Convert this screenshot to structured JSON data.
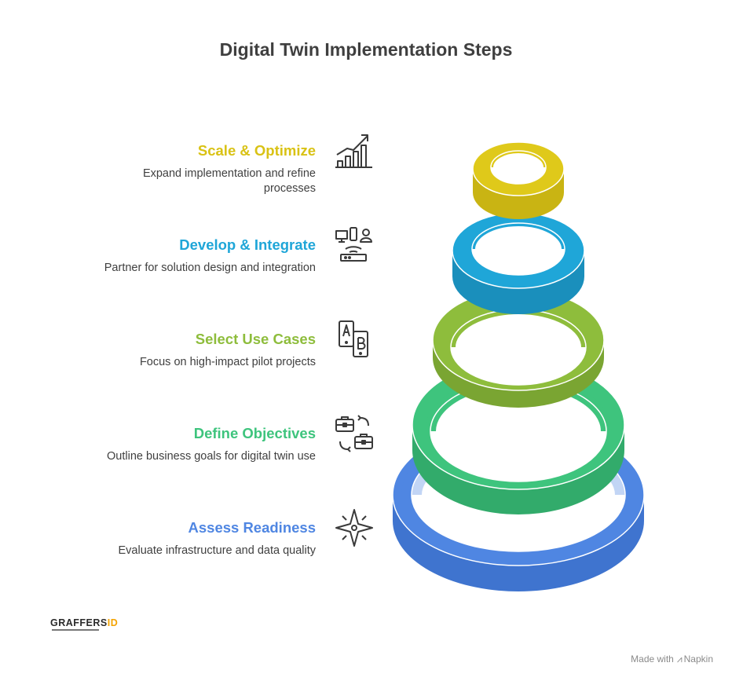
{
  "title": "Digital Twin Implementation Steps",
  "steps": [
    {
      "title": "Scale & Optimize",
      "description": "Expand implementation and refine processes",
      "color": "#dfc91a",
      "icon": "growth-chart-icon"
    },
    {
      "title": "Develop & Integrate",
      "description": "Partner for solution design and integration",
      "color": "#1fa6d8",
      "icon": "connected-devices-icon"
    },
    {
      "title": "Select Use Cases",
      "description": "Focus on high-impact pilot projects",
      "color": "#8ebd3c",
      "icon": "ab-test-icon"
    },
    {
      "title": "Define Objectives",
      "description": "Outline business goals for digital twin use",
      "color": "#3ec47d",
      "icon": "briefcase-exchange-icon"
    },
    {
      "title": "Assess Readiness",
      "description": "Evaluate infrastructure and data quality",
      "color": "#4f86e2",
      "icon": "compass-star-icon"
    }
  ],
  "logo": {
    "text_main": "GRAFFERS",
    "text_mark": "ID"
  },
  "footer": {
    "made_with": "Made with",
    "brand": "Napkin"
  }
}
